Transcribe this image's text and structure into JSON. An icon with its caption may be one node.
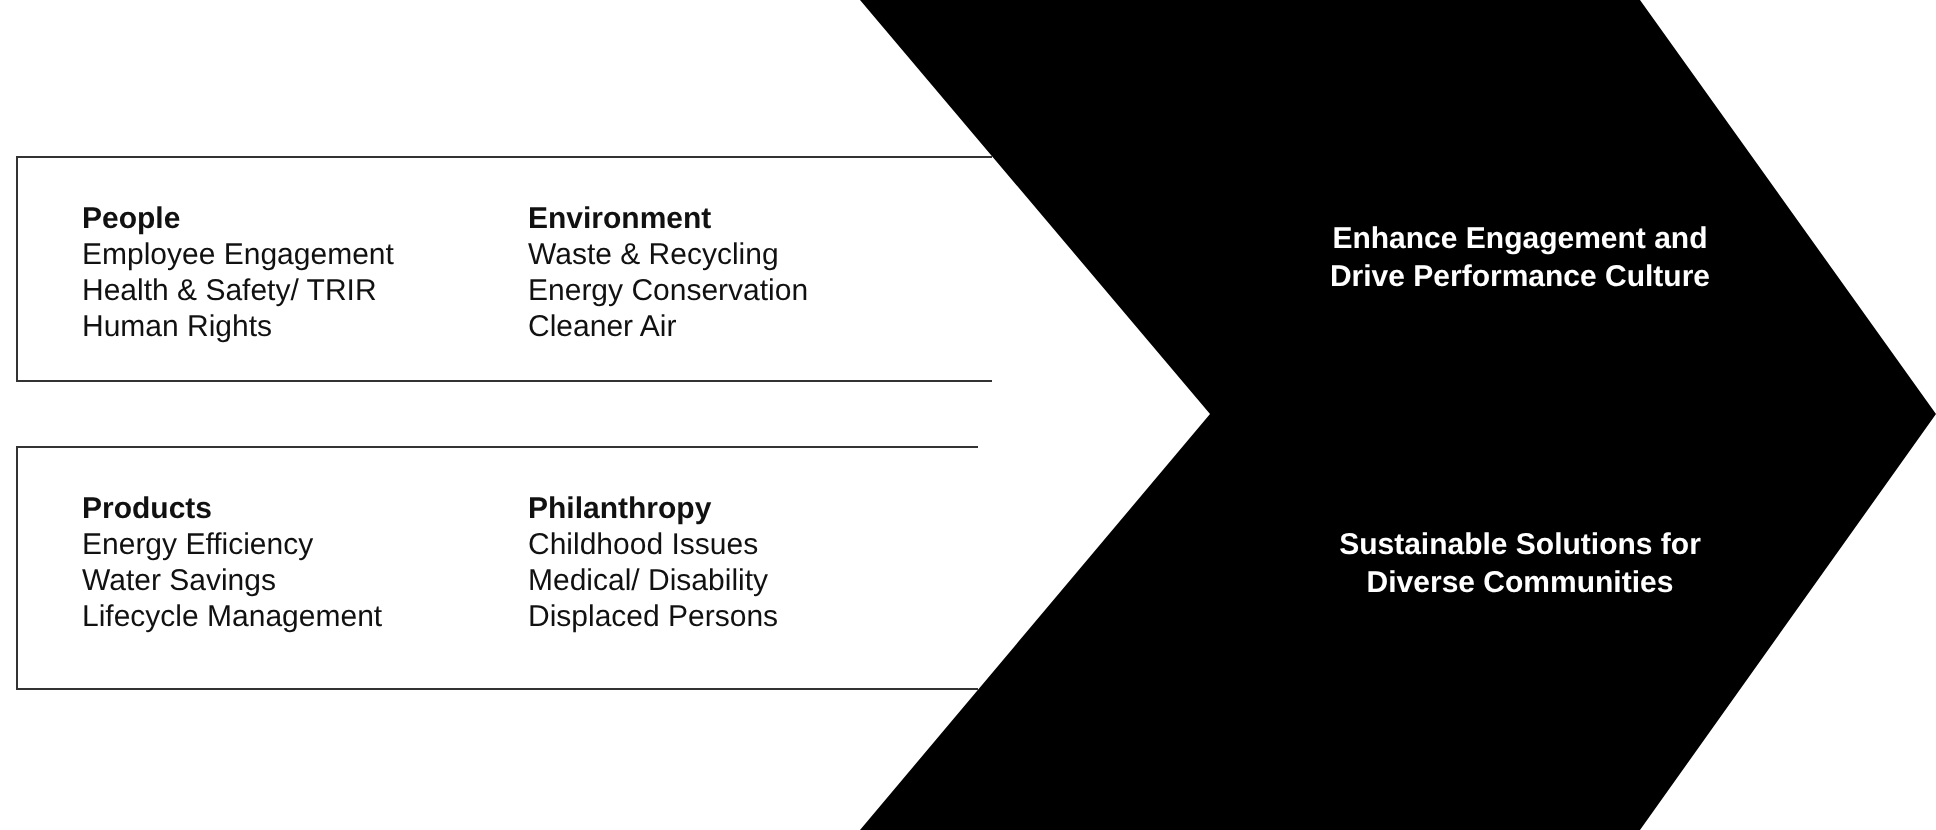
{
  "diagram": {
    "nodes": [
      {
        "text": [
          "People",
          "Employee Engagement",
          "Health & Safety/ TRIR",
          "Human Rights",
          "Environment",
          "Waste & Recycling",
          "Energy Conservation",
          "Cleaner Air"
        ]
      },
      {
        "text": [
          "Products",
          "Energy Efficiency",
          "Water Savings",
          "Lifecycle Management",
          "Philanthropy",
          "Childhood Issues",
          "Medical/ Disability",
          "Displaced Persons"
        ]
      },
      {
        "text": [
          "Enhance Engagement and Drive Performance Culture",
          "Sustainable Solutions for Diverse Communities"
        ]
      }
    ]
  }
}
